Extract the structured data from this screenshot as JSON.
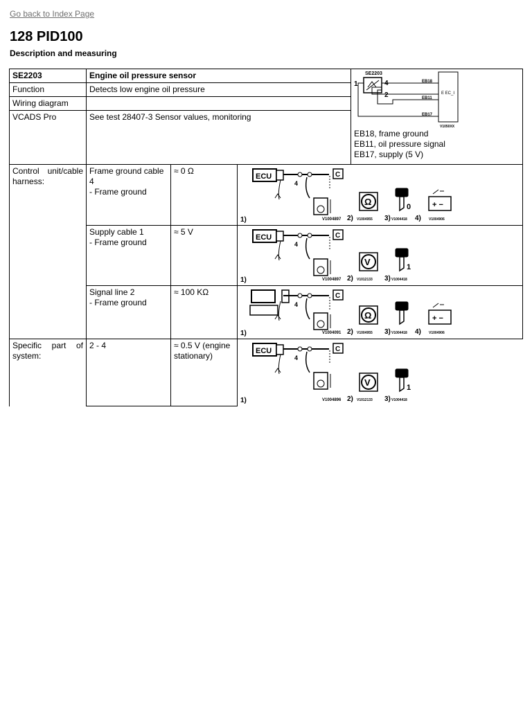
{
  "nav": {
    "back_link": "Go back to Index Page"
  },
  "header": {
    "title": "128 PID100",
    "subtitle": "Description and measuring"
  },
  "info": {
    "component_id": "SE2203",
    "component_name": "Engine oil pressure sensor",
    "function_label": "Function",
    "function_value": "Detects low engine oil pressure",
    "wiring_label": "Wiring diagram",
    "wiring_value": "",
    "vcads_label": "VCADS Pro",
    "vcads_value": "See test 28407-3 Sensor values, monitoring"
  },
  "wiring": {
    "sensor_label": "SE2203",
    "pin1": "1",
    "pin4": "4",
    "pin2": "2",
    "eb18": "EB18",
    "eb11": "EB11",
    "eb17": "EB17",
    "ecu_ref": "V1050XX",
    "ecu_box": "E EC_I",
    "legend": [
      "EB18, frame ground",
      "EB11, oil pressure signal",
      "EB17, supply (5 V)"
    ]
  },
  "measure": {
    "group1_label": "Control unit/cable harness:",
    "group2_label": "Specific part of system:",
    "rows": [
      {
        "point_line1": "Frame ground cable 4",
        "point_line2": "- Frame ground",
        "value": "≈ 0 Ω",
        "fig": {
          "n1": "1)",
          "r1": "V1004897",
          "n2": "2)",
          "r2": "V1004955",
          "n3": "3)",
          "r3": "V1004418",
          "n4": "4)",
          "r4": "V1004906",
          "cn": "4",
          "key": "0"
        }
      },
      {
        "point_line1": "Supply cable 1",
        "point_line2": "- Frame ground",
        "value": "≈ 5 V",
        "fig": {
          "n1": "1)",
          "r1": "V1004897",
          "n2": "2)",
          "r2": "V1012133",
          "n3": "3)",
          "r3": "V1004418",
          "cn": "4",
          "key": "1"
        }
      },
      {
        "point_line1": "Signal line 2",
        "point_line2": "- Frame ground",
        "value": "≈ 100 KΩ",
        "fig": {
          "n1": "1)",
          "r1": "V1004091",
          "n2": "2)",
          "r2": "V1004955",
          "n3": "3)",
          "r3": "V1004418",
          "n4": "4)",
          "r4": "V1004906",
          "cn": "4"
        }
      },
      {
        "point_line1": "2 - 4",
        "point_line2": "",
        "value": "≈ 0.5 V (engine stationary)",
        "fig": {
          "n1": "1)",
          "r1": "V1004896",
          "n2": "2)",
          "r2": "V1012133",
          "n3": "3)",
          "r3": "V1004418",
          "cn": "4",
          "key": "1"
        }
      }
    ]
  },
  "icons": {
    "ecu_label": "ECU",
    "connector_label": "C",
    "ohm_symbol": "Ω",
    "volt_symbol": "V",
    "battery_symbol": "+ −"
  }
}
